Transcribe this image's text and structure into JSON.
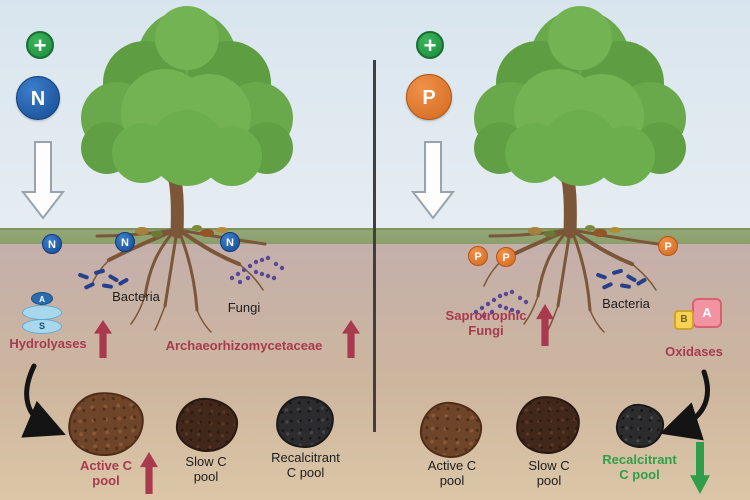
{
  "diagram": {
    "left": {
      "plus_badge": "+",
      "nutrient_badge": "N",
      "root_badges": [
        "N",
        "N",
        "N"
      ],
      "bacteria_label": "Bacteria",
      "fungi_label": "Fungi",
      "enzyme_label": "Hydrolyases",
      "enzyme_subunits": [
        "A",
        "S"
      ],
      "taxon_label": "Archaeorhizomycetaceae",
      "pools": [
        {
          "line1": "Active C",
          "line2": "pool"
        },
        {
          "line1": "Slow C",
          "line2": "pool"
        },
        {
          "line1": "Recalcitrant",
          "line2": "C pool"
        }
      ]
    },
    "right": {
      "plus_badge": "+",
      "nutrient_badge": "P",
      "root_badges": [
        "P",
        "P",
        "P"
      ],
      "fungi_label_line1": "Saprotrophic",
      "fungi_label_line2": "Fungi",
      "bacteria_label": "Bacteria",
      "enzyme_label": "Oxidases",
      "enzyme_subunits": [
        "B",
        "A"
      ],
      "pools": [
        {
          "line1": "Active C",
          "line2": "pool"
        },
        {
          "line1": "Slow C",
          "line2": "pool"
        },
        {
          "line1": "Recalcitrant",
          "line2": "C pool"
        }
      ]
    },
    "colors": {
      "nitrogen_blue": "#1d5fae",
      "phosphorus_orange": "#e8802f",
      "plus_green": "#2d9e49",
      "increase_red": "#a93a4e",
      "increase_green": "#2f9e4a",
      "sky": "#dde8ef",
      "soil_top": "#c3aeab",
      "soil_bottom": "#dbc5a6"
    }
  }
}
